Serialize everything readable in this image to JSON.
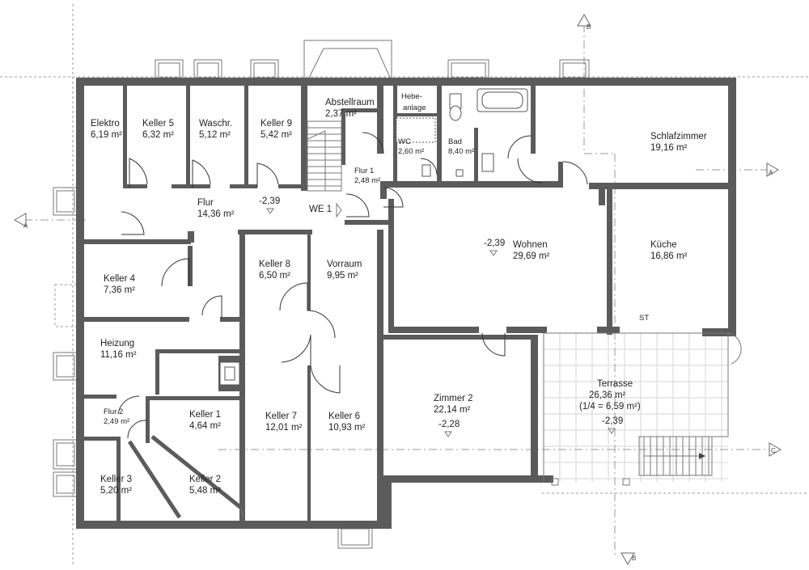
{
  "rooms": {
    "elektro": {
      "name": "Elektro",
      "area": "6,19 m²"
    },
    "keller5": {
      "name": "Keller 5",
      "area": "6,32 m²"
    },
    "waschr": {
      "name": "Waschr.",
      "area": "5,12 m²"
    },
    "keller9": {
      "name": "Keller 9",
      "area": "5,42 m²"
    },
    "abstellraum": {
      "name": "Abstellraum",
      "area": "2,37 m²"
    },
    "hebeanlage": {
      "name": "Hebe-",
      "name2": "anlage"
    },
    "wc": {
      "name": "WC",
      "area": "2,60 m²"
    },
    "bad": {
      "name": "Bad",
      "area": "8,40 m²"
    },
    "schlafzimmer": {
      "name": "Schlafzimmer",
      "area": "19,16 m²"
    },
    "flur1": {
      "name": "Flur 1",
      "area": "2,48 m²"
    },
    "flur": {
      "name": "Flur",
      "area": "14,36 m²"
    },
    "keller4": {
      "name": "Keller 4",
      "area": "7,36 m²"
    },
    "keller8": {
      "name": "Keller 8",
      "area": "6,50 m²"
    },
    "vorraum": {
      "name": "Vorraum",
      "area": "9,95 m²"
    },
    "wohnen": {
      "name": "Wohnen",
      "area": "29,69 m²"
    },
    "kueche": {
      "name": "Küche",
      "area": "16,86 m²"
    },
    "heizung": {
      "name": "Heizung",
      "area": "11,16 m²"
    },
    "keller1": {
      "name": "Keller 1",
      "area": "4,64 m²"
    },
    "flur2": {
      "name": "Flur 2",
      "area": "2,49 m²"
    },
    "keller7": {
      "name": "Keller 7",
      "area": "12,01 m²"
    },
    "keller6": {
      "name": "Keller 6",
      "area": "10,93 m²"
    },
    "zimmer2": {
      "name": "Zimmer 2",
      "area": "22,14 m²"
    },
    "terrasse": {
      "name": "Terrasse",
      "area": "26,36 m²",
      "note": "(1/4 = 6,59 m²)"
    },
    "keller3": {
      "name": "Keller 3",
      "area": "5,20 m²"
    },
    "keller2": {
      "name": "Keller 2",
      "area": "5,48 m²"
    }
  },
  "labels": {
    "we1": "WE 1",
    "st": "ST"
  },
  "levels": {
    "flur": "-2,39",
    "wohnen": "-2,39",
    "zimmer2": "-2,28",
    "terrasse": "-2,39"
  },
  "section_markers": {
    "a_left": "A",
    "a_right": "A",
    "b_top": "B",
    "b_bottom": "B",
    "c_right": "C"
  }
}
